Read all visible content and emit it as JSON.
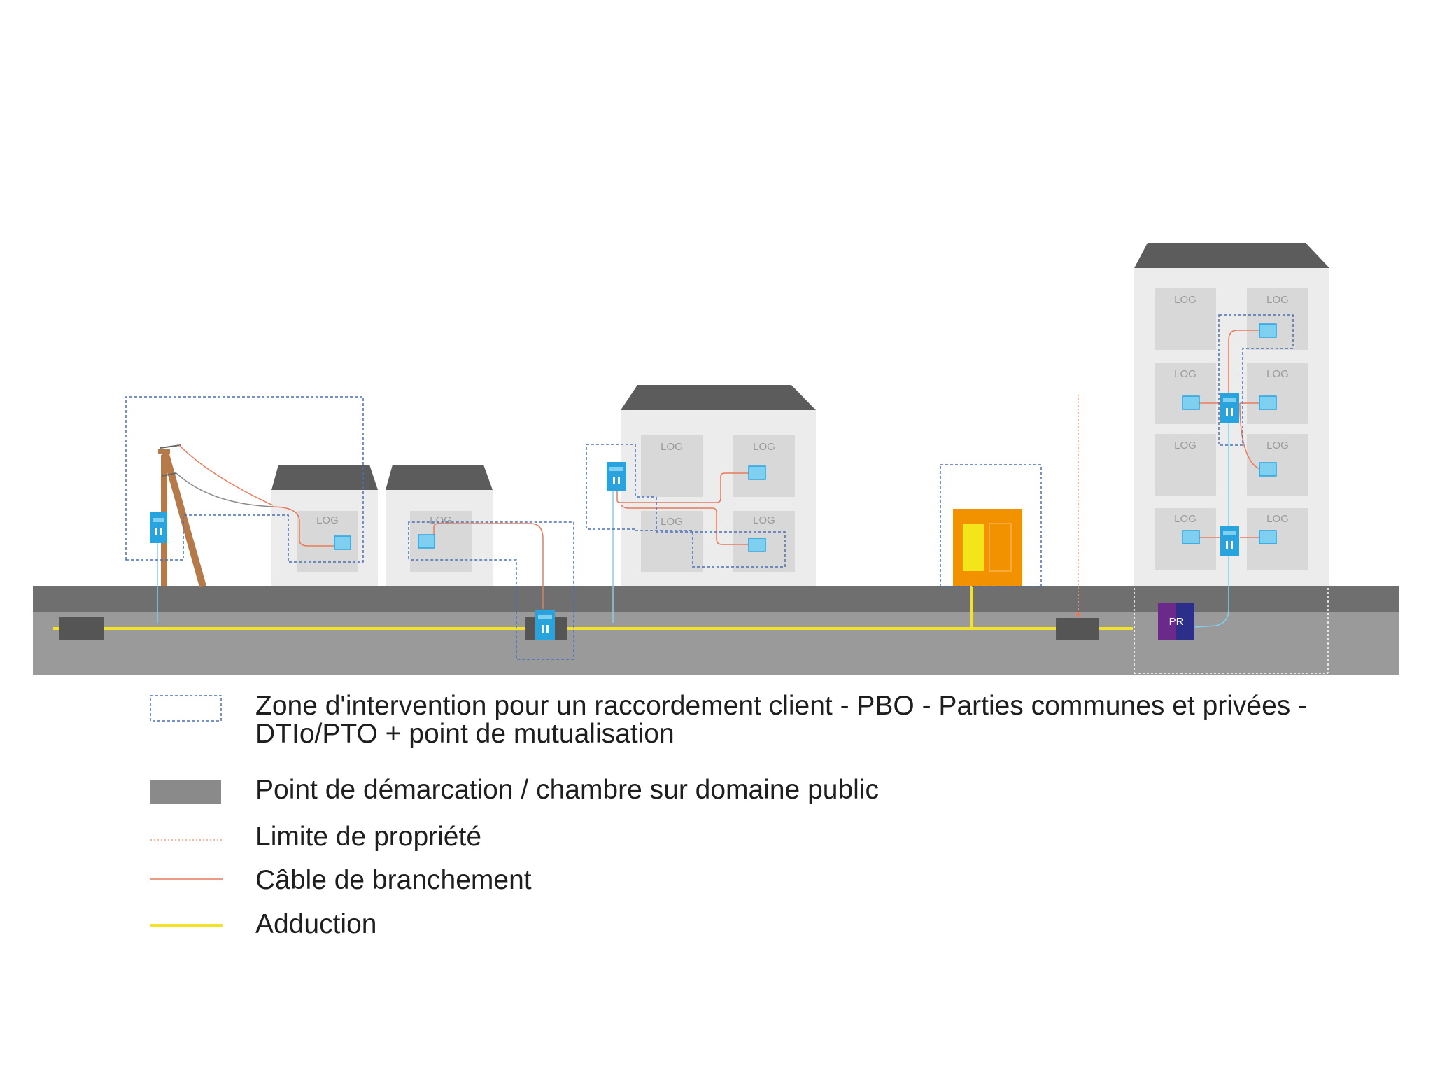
{
  "diagram": {
    "log_label": "LOG",
    "pr_label": "PR",
    "colors": {
      "building": "#ececec",
      "apartment": "#d8d8d8",
      "roof": "#5c5c5c",
      "road_top": "#6f6f6f",
      "road": "#9a9a9a",
      "chamber": "#555555",
      "adduction": "#f2e22a",
      "cable": "#e87a5a",
      "zone": "#4a6fb5",
      "pbo": "#29a3de",
      "pto": "#7fd0f0",
      "pole": "#b5794a",
      "cabinet": "#f39200",
      "cabinet_inner": "#f2e61a",
      "pr_left": "#6b2a8a",
      "pr_right": "#2c2f8a"
    }
  },
  "legend": [
    {
      "key": "zone",
      "line1": "Zone d'intervention pour un raccordement client - PBO - Parties communes et privées -",
      "line2": "DTIo/PTO + point de mutualisation"
    },
    {
      "key": "demarcation",
      "line1": "Point de démarcation / chambre sur domaine public"
    },
    {
      "key": "limite",
      "line1": "Limite de propriété"
    },
    {
      "key": "cable",
      "line1": "Câble de branchement"
    },
    {
      "key": "adduction",
      "line1": "Adduction"
    }
  ]
}
